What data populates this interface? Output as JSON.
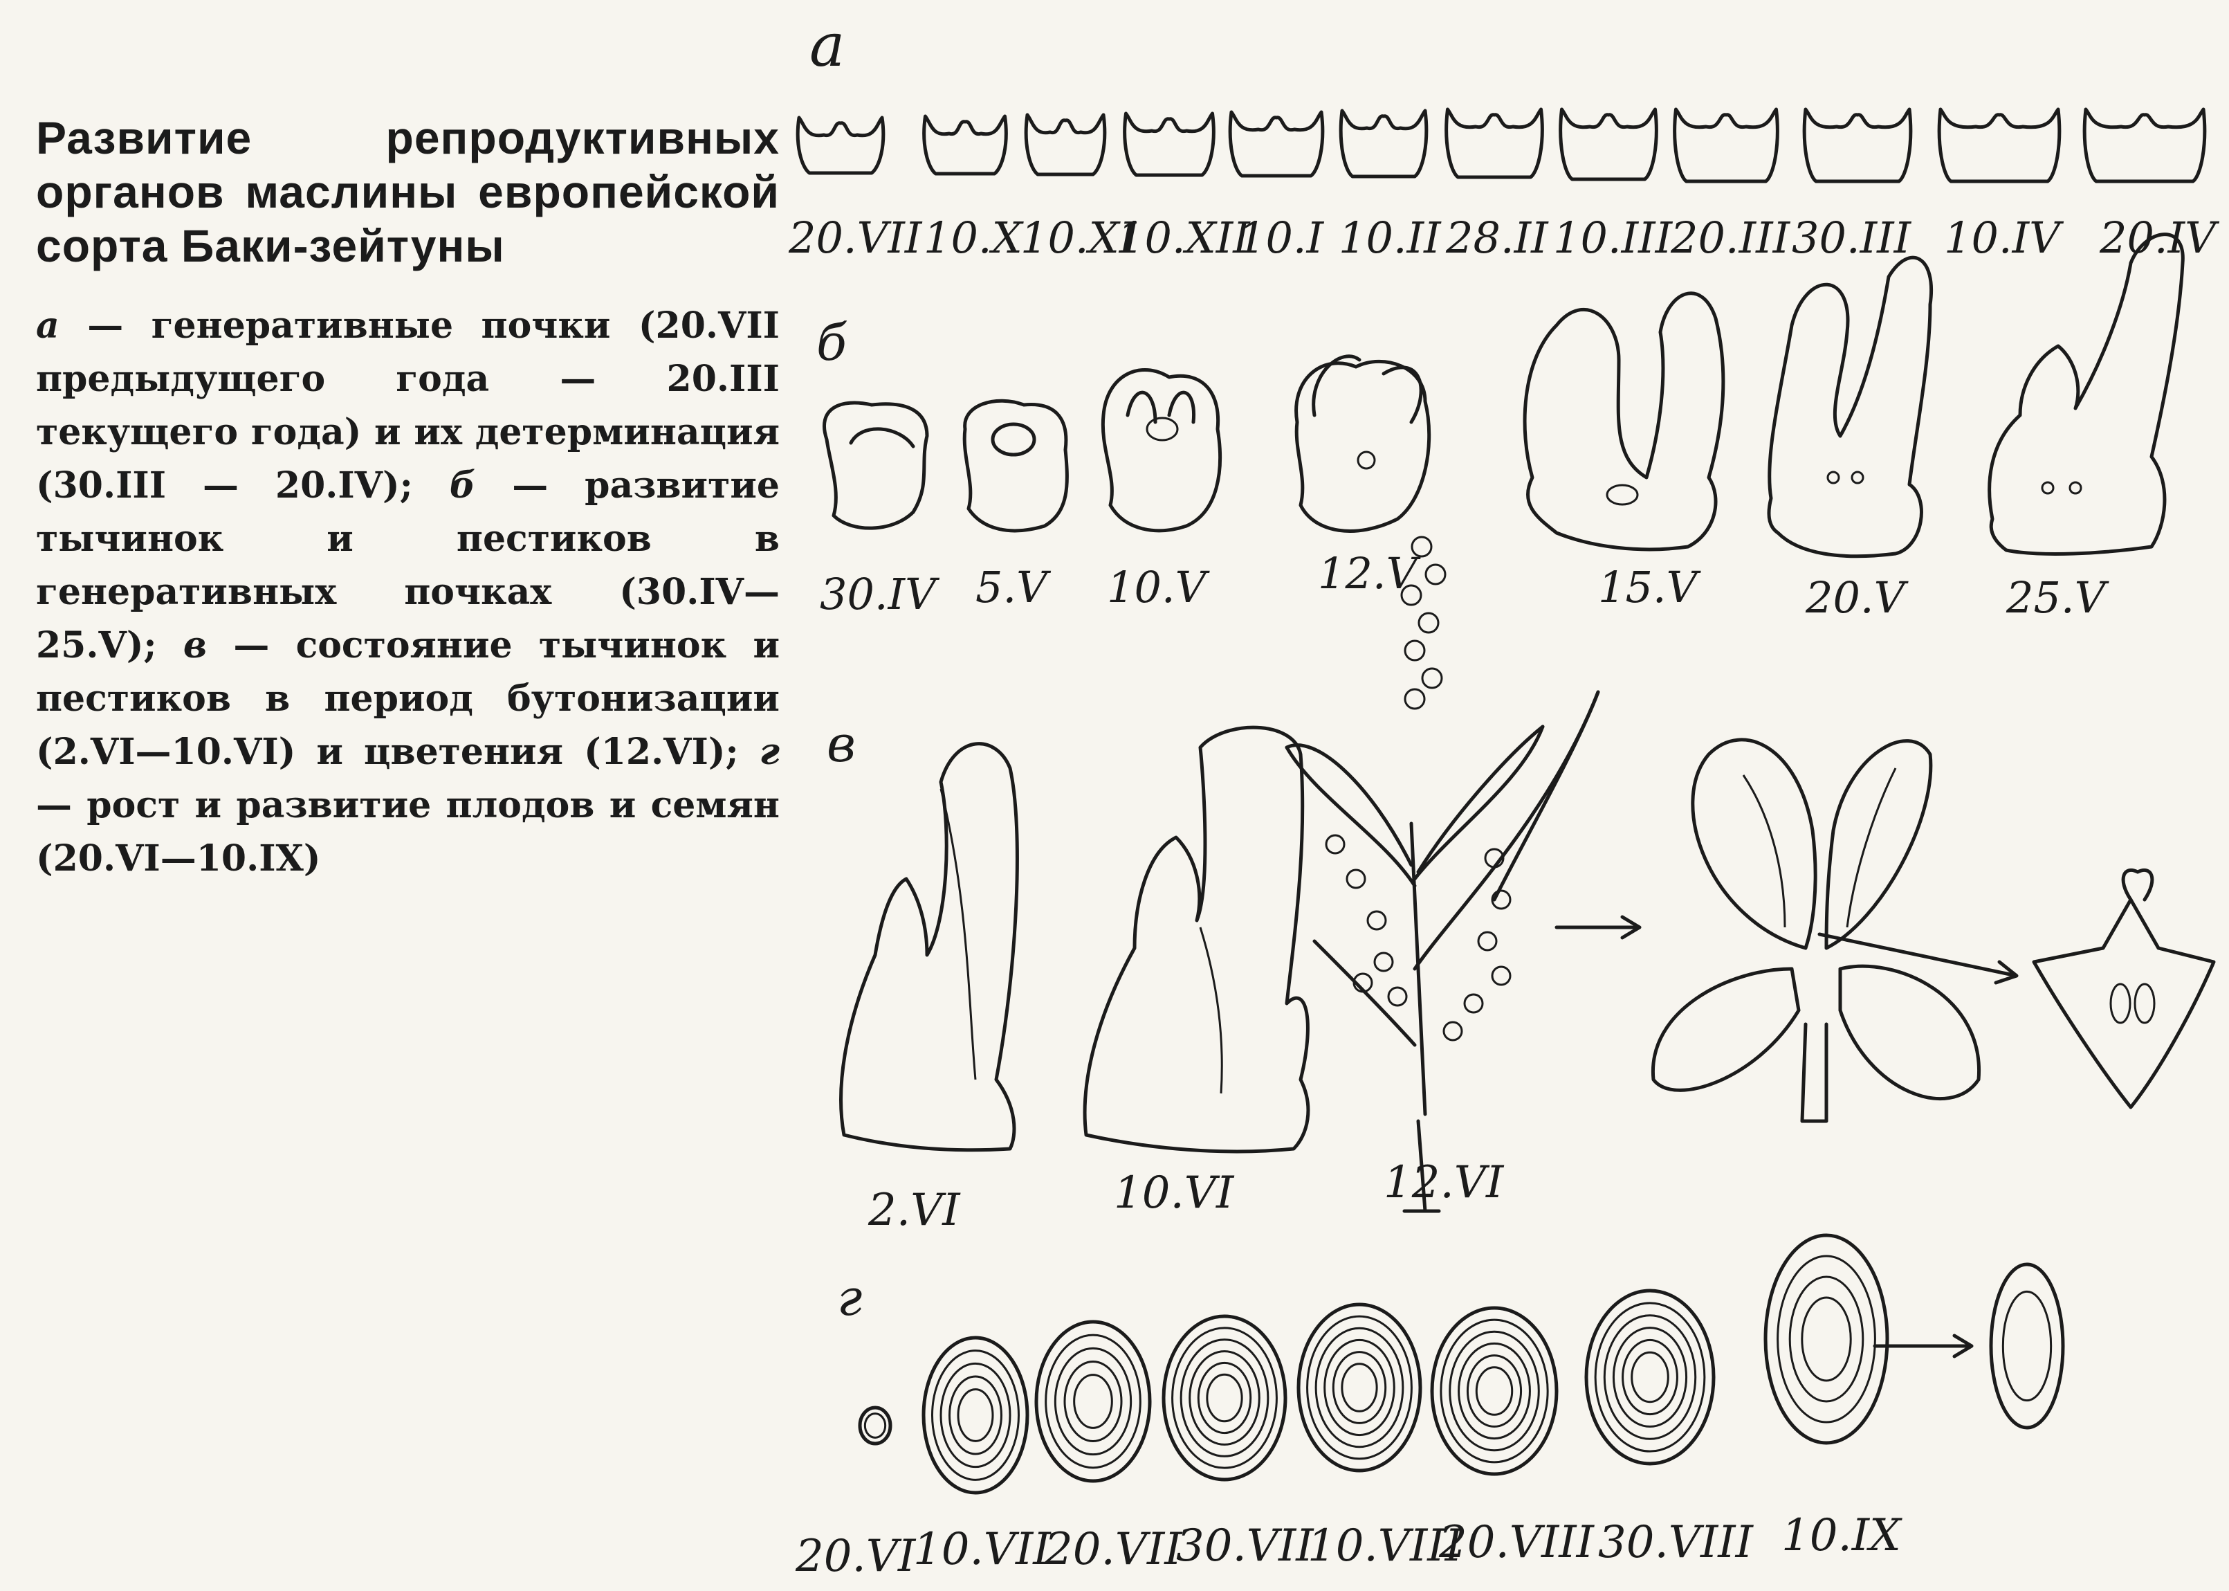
{
  "caption": {
    "title": "Развитие репродуктивных органов маслины европейской сорта Баки-зейтуны",
    "a_letter": "а",
    "a_text": " — генеративные почки (20.VII предыдущего года — 20.III текущего года) и их детерминация (30.III — 20.IV); ",
    "b_letter": "б",
    "b_text": " — развитие тычинок и пестиков в генеративных почках (30.IV—25.V); ",
    "v_letter": "в",
    "v_text": " — состояние тычинок и пестиков в период бутонизации (2.VI—10.VI) и цветения (12.VI); ",
    "g_letter": "г",
    "g_text": " — рост и развитие плодов и семян (20.VI—10.IX)"
  },
  "rows": {
    "a": {
      "letter": "а",
      "dates": [
        "20.VII",
        "10.X",
        "10.XI",
        "10.XII",
        "10.I",
        "10.II",
        "28.II",
        "10.III",
        "20.III",
        "30.III",
        "10.IV",
        "20.IV"
      ]
    },
    "b": {
      "letter": "б",
      "dates": [
        "30.IV",
        "5.V",
        "10.V",
        "12.V",
        "15.V",
        "20.V",
        "25.V"
      ]
    },
    "v": {
      "letter": "в",
      "dates": [
        "2.VI",
        "10.VI",
        "12.VI"
      ]
    },
    "g": {
      "letter": "г",
      "dates": [
        "20.VI",
        "10.VII",
        "20.VII",
        "30.VII",
        "10.VIII",
        "20.VIII",
        "30.VIII",
        "10.IX"
      ]
    }
  },
  "colors": {
    "paper": "#f7f5ef",
    "ink": "#1b1b1b"
  }
}
